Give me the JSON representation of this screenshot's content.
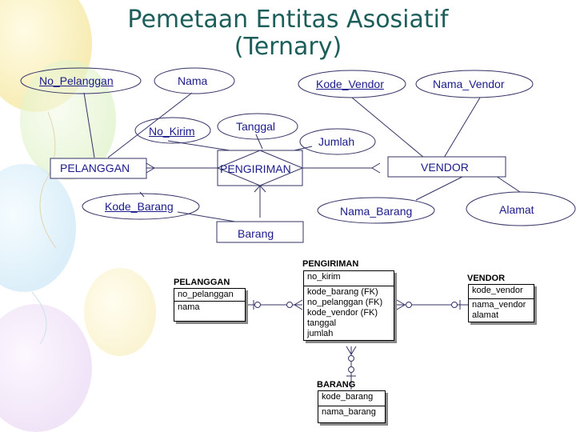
{
  "title": {
    "line1": "Pemetaan Entitas Asosiatif",
    "line2": "(Ternary)"
  },
  "er": {
    "entities": {
      "pelanggan": "PELANGGAN",
      "vendor": "VENDOR",
      "barang": "Barang"
    },
    "relationship": "PENGIRIMAN",
    "attributes": {
      "no_pelanggan": "No_Pelanggan",
      "nama": "Nama",
      "kode_vendor": "Kode_Vendor",
      "nama_vendor": "Nama_Vendor",
      "tanggal": "Tanggal",
      "no_kirim": "No_Kirim",
      "jumlah": "Jumlah",
      "kode_barang": "Kode_Barang",
      "nama_barang": "Nama_Barang",
      "alamat": "Alamat"
    }
  },
  "tables": {
    "pelanggan": {
      "name": "PELANGGAN",
      "pk": [
        "no_pelanggan"
      ],
      "fields": [
        "nama"
      ]
    },
    "pengiriman": {
      "name": "PENGIRIMAN",
      "pk": [
        "no_kirim"
      ],
      "fk": [
        "kode_barang (FK)",
        "no_pelanggan (FK)",
        "kode_vendor (FK)"
      ],
      "fields": [
        "tanggal",
        "jumlah"
      ]
    },
    "vendor": {
      "name": "VENDOR",
      "pk": [
        "kode_vendor"
      ],
      "fields": [
        "nama_vendor",
        "alamat"
      ]
    },
    "barang": {
      "name": "BARANG",
      "pk": [
        "kode_barang"
      ],
      "fields": [
        "nama_barang"
      ]
    }
  },
  "colors": {
    "title": "#1b5e5a",
    "label_text": "#1a1a8c",
    "shape_stroke": "#333366"
  }
}
